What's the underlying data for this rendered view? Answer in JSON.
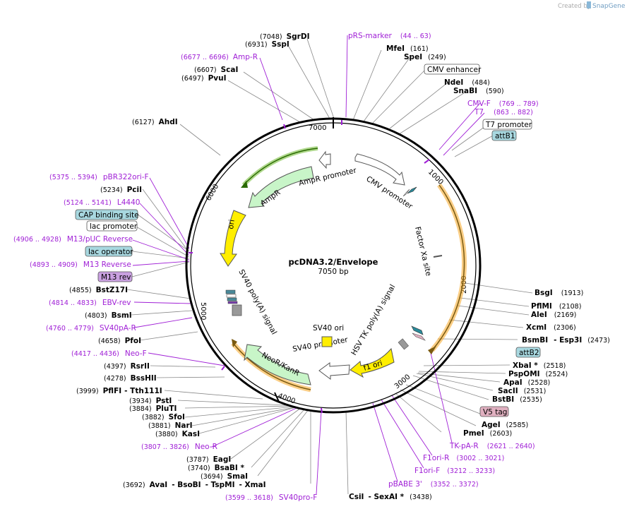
{
  "branding": {
    "created_by": "Created by",
    "product": "SnapGene"
  },
  "plasmid": {
    "name": "pcDNA3.2/Envelope",
    "size": "7050 bp"
  },
  "ring_ticks": [
    "1000",
    "2000",
    "3000",
    "4000",
    "5000",
    "6000",
    "7000"
  ],
  "features": {
    "cmv_promoter": "CMV promoter",
    "factor_xa_site": "Factor Xa site",
    "hsv_tk_polya": "HSV TK poly(A) signal",
    "f1_ori": "f1 ori",
    "sv40_promoter": "SV40 promoter",
    "neor_kanr": "NeoR/KanR",
    "sv40_ori": "SV40 ori",
    "sv40_polya": "SV40 poly(A) signal",
    "ori": "ori",
    "ampr": "AmpR",
    "ampr_promoter": "AmpR promoter"
  },
  "labels": {
    "sgrdi_pos": "(7048)",
    "sgrdi": "SgrDI",
    "sspi_pos": "(6931)",
    "sspi": "SspI",
    "amp_r_range": "(6677 .. 6696)",
    "amp_r": "Amp-R",
    "scai_pos": "(6607)",
    "scai": "ScaI",
    "pvui_pos": "(6497)",
    "pvui": "PvuI",
    "ahdi_pos": "(6127)",
    "ahdi": "AhdI",
    "prs_marker": "pRS-marker",
    "prs_marker_range": "(44 .. 63)",
    "mfei": "MfeI",
    "mfei_pos": "(161)",
    "spei": "SpeI",
    "spei_pos": "(249)",
    "cmv_enhancer": "CMV enhancer",
    "ndei": "NdeI",
    "ndei_pos": "(484)",
    "snabi": "SnaBI",
    "snabi_pos": "(590)",
    "cmv_f": "CMV-F",
    "cmv_f_range": "(769 .. 789)",
    "t7": "T7",
    "t7_range": "(863 .. 882)",
    "t7_promoter": "T7 promoter",
    "attb1": "attB1",
    "pbr322ori_f_range": "(5375 .. 5394)",
    "pbr322ori_f": "pBR322ori-F",
    "pcii_pos": "(5234)",
    "pcii": "PciI",
    "l4440_range": "(5124 .. 5141)",
    "l4440": "L4440",
    "cap_binding_site": "CAP binding site",
    "lac_promoter": "lac promoter",
    "m13_puc_rev_range": "(4906 .. 4928)",
    "m13_puc_rev": "M13/pUC Reverse",
    "lac_operator": "lac operator",
    "m13_reverse_range": "(4893 .. 4909)",
    "m13_reverse": "M13 Reverse",
    "m13_rev": "M13 rev",
    "bstz17i_pos": "(4855)",
    "bstz17i": "BstZ17I",
    "ebv_rev_range": "(4814 .. 4833)",
    "ebv_rev": "EBV-rev",
    "bsmi_pos": "(4803)",
    "bsmi": "BsmI",
    "sv40pa_r_range": "(4760 .. 4779)",
    "sv40pa_r": "SV40pA-R",
    "pfoi_pos": "(4658)",
    "pfoi": "PfoI",
    "neo_f_range": "(4417 .. 4436)",
    "neo_f": "Neo-F",
    "rsrii_pos": "(4397)",
    "rsrii": "RsrII",
    "bsshii_pos": "(4278)",
    "bsshii": "BssHII",
    "pflfi_pos": "(3999)",
    "pflfi": "PflFI",
    "tth111i": "- Tth111I",
    "psti_pos": "(3934)",
    "psti": "PstI",
    "pluti_pos": "(3884)",
    "pluti": "PluTI",
    "sfoi_pos": "(3882)",
    "sfoi": "SfoI",
    "nari_pos": "(3881)",
    "nari": "NarI",
    "kasi_pos": "(3880)",
    "kasi": "KasI",
    "neo_r_range": "(3807 .. 3826)",
    "neo_r": "Neo-R",
    "eagi_pos": "(3787)",
    "eagi": "EagI",
    "bsabi_pos": "(3740)",
    "bsabi": "BsaBI *",
    "smai_pos": "(3694)",
    "smai": "SmaI",
    "avai_pos": "(3692)",
    "avai": "AvaI",
    "bsobi": "- BsoBI",
    "tspmi": "- TspMI",
    "xmai": "- XmaI",
    "sv40pro_f_range": "(3599 .. 3618)",
    "sv40pro_f": "SV40pro-F",
    "csii": "CsiI",
    "sexai": "- SexAI *",
    "csii_pos": "(3438)",
    "pbabe3": "pBABE 3'",
    "pbabe3_range": "(3352 .. 3372)",
    "f1ori_f": "F1ori-F",
    "f1ori_f_range": "(3212 .. 3233)",
    "f1ori_r": "F1ori-R",
    "f1ori_r_range": "(3002 .. 3021)",
    "tk_pa_r": "TK-pA-R",
    "tk_pa_r_range": "(2621 .. 2640)",
    "pmei": "PmeI",
    "pmei_pos": "(2603)",
    "agei": "AgeI",
    "agei_pos": "(2585)",
    "v5_tag": "V5 tag",
    "bstbi": "BstBI",
    "bstbi_pos": "(2535)",
    "sacii": "SacII",
    "sacii_pos": "(2531)",
    "apai": "ApaI",
    "apai_pos": "(2528)",
    "pspomi": "PspOMI",
    "pspomi_pos": "(2524)",
    "xbai": "XbaI *",
    "xbai_pos": "(2518)",
    "attb2": "attB2",
    "bsmbi": "BsmBI",
    "esp3i": "- Esp3I",
    "bsmbi_pos": "(2473)",
    "xcmi": "XcmI",
    "xcmi_pos": "(2306)",
    "alei": "AleI",
    "alei_pos": "(2169)",
    "pflmi": "PflMI",
    "pflmi_pos": "(2108)",
    "bsgi": "BsgI",
    "bsgi_pos": "(1913)"
  },
  "colors": {
    "backbone": "#000000",
    "promoter_fill": "#ffffff",
    "ampr_fill": "#c8f5c8",
    "ori_fill": "#ffee00",
    "primer": "#a020d6",
    "env_orf": "#f5a623",
    "tag_blue": "#a8d8e0",
    "tag_purple": "#c9a0e0",
    "tag_pink": "#e0b0c0"
  }
}
